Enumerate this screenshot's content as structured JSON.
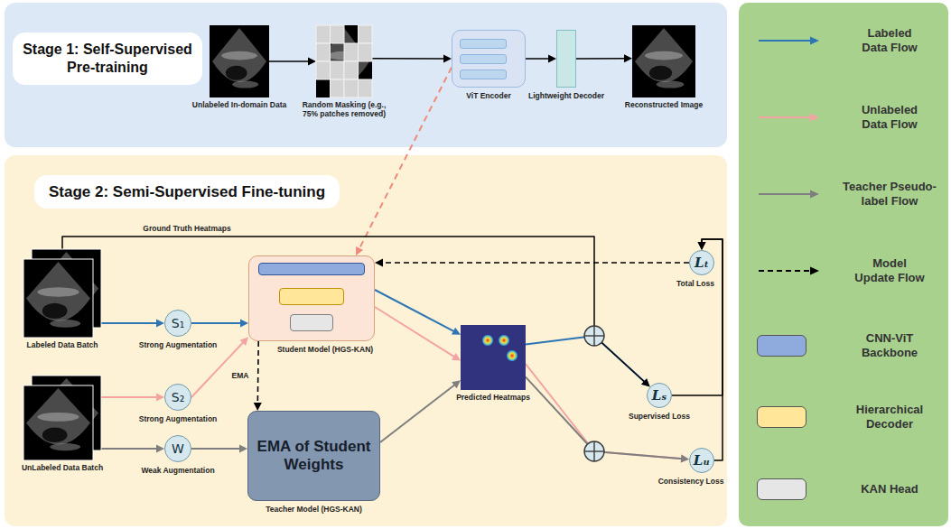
{
  "diagram": {
    "nodes": [
      {
        "text": [
          "Stage 1: Self-Supervised Pre-training"
        ]
      },
      {
        "text": [
          "Unlabeled In-domain Data"
        ],
        "in": 0
      },
      {
        "text": [
          "Random Masking (e.g., 75% patches removed)"
        ],
        "in": 0
      },
      {
        "text": [
          "ViT Encoder"
        ],
        "in": 0
      },
      {
        "text": [
          "Lightweight Decoder"
        ],
        "in": 0
      },
      {
        "text": [
          "Reconstructed Image"
        ],
        "in": 0
      },
      {
        "text": [
          "Stage 2: Semi-Supervised Fine-tuning"
        ]
      },
      {
        "text": [
          "Labeled Data Batch"
        ],
        "in": 6
      },
      {
        "text": [
          "S₁",
          "Strong Augmentation"
        ],
        "in": 6
      },
      {
        "text": [
          "Student Model (HGS-KAN)"
        ],
        "in": 6
      },
      {
        "text": [
          "UnLabeled Data Batch"
        ],
        "in": 6
      },
      {
        "text": [
          "S₂",
          "Strong Augmentation"
        ],
        "in": 6
      },
      {
        "text": [
          "W",
          "Weak Augmentation"
        ],
        "in": 6
      },
      {
        "text": [
          "EMA of Student Weights",
          "Teacher Model (HGS-KAN)"
        ],
        "in": 6
      },
      {
        "text": [
          "Predicted Heatmaps"
        ],
        "in": 6
      },
      {
        "text": [
          "Lₛ",
          "Supervised Loss"
        ],
        "in": 6
      },
      {
        "text": [
          "Lᵤ",
          "Consistency Loss"
        ],
        "in": 6
      },
      {
        "text": [
          "Lₜ",
          "Total Loss"
        ],
        "in": 6
      }
    ],
    "edges": [
      {
        "from": 1,
        "to": 2,
        "arrow": "to"
      },
      {
        "from": 2,
        "to": 3,
        "arrow": "to"
      },
      {
        "from": 3,
        "to": 4,
        "arrow": "to"
      },
      {
        "from": 4,
        "to": 5,
        "arrow": "to"
      },
      {
        "from": 3,
        "to": 9,
        "arrow": "to"
      },
      {
        "from": 7,
        "to": 8,
        "arrow": "to"
      },
      {
        "from": 8,
        "to": 9,
        "arrow": "to"
      },
      {
        "from": 10,
        "to": 11,
        "arrow": "to"
      },
      {
        "from": 11,
        "to": 9,
        "arrow": "to"
      },
      {
        "from": 10,
        "to": 12,
        "arrow": "to"
      },
      {
        "from": 12,
        "to": 13,
        "arrow": "to"
      },
      {
        "from": 9,
        "to": 13,
        "label": "EMA",
        "arrow": "to"
      },
      {
        "from": 9,
        "to": 14,
        "arrow": "to"
      },
      {
        "from": 9,
        "to": 14,
        "arrow": "to"
      },
      {
        "from": 13,
        "to": 14,
        "arrow": "to"
      },
      {
        "from": 14,
        "to": 15,
        "arrow": "to"
      },
      {
        "from": 7,
        "to": 15,
        "label": "Ground Truth Heatmaps",
        "arrow": "to"
      },
      {
        "from": 14,
        "to": 16,
        "arrow": "to"
      },
      {
        "from": 14,
        "to": 16,
        "arrow": "to"
      },
      {
        "from": 15,
        "to": 17,
        "arrow": "to"
      },
      {
        "from": 16,
        "to": 17,
        "arrow": "to"
      },
      {
        "from": 17,
        "to": 9,
        "arrow": "to"
      }
    ],
    "legend": [
      {
        "text": "Labeled Data Flow"
      },
      {
        "text": "Unlabeled Data Flow"
      },
      {
        "text": "Teacher Pseudo-label Flow"
      },
      {
        "text": "Model Update Flow"
      },
      {
        "text": "CNN-ViT Backbone",
        "color": "#8faadc"
      },
      {
        "text": "Hierarchical Decoder",
        "color": "#ffe699"
      },
      {
        "text": "KAN Head",
        "color": "#e7e6e6"
      }
    ]
  }
}
